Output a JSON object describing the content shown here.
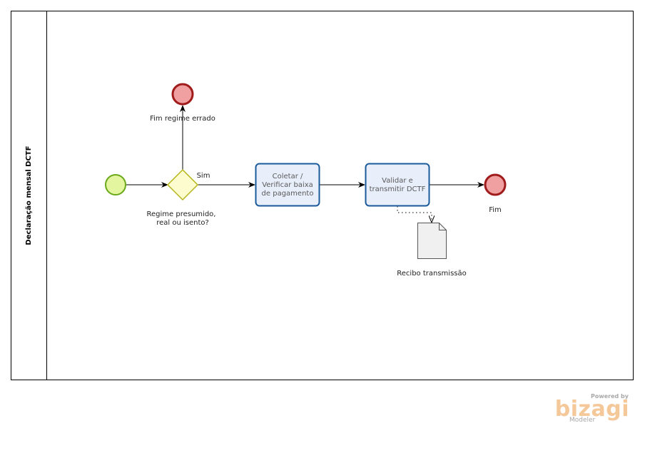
{
  "pool": {
    "label": "Declaração mensal  DCTF"
  },
  "events": {
    "start": {
      "type": "start"
    },
    "end_wrong": {
      "label": "Fim regime errado",
      "color": "#f0a0a0",
      "border": "#a01c1c"
    },
    "end": {
      "label": "Fim",
      "color": "#f0a0a0",
      "border": "#a01c1c"
    }
  },
  "gateway": {
    "label_line1": "Regime presumido,",
    "label_line2": "real ou isento?",
    "yes_label": "Sim"
  },
  "tasks": [
    {
      "line1": "Coletar /",
      "line2": "Verificar baixa",
      "line3": "de pagamento"
    },
    {
      "line1": "Validar e",
      "line2": "transmitir DCTF"
    }
  ],
  "artifact": {
    "label": "Recibo transmissão"
  },
  "watermark": {
    "powered": "Powered by",
    "brand": "bizagi",
    "product": "Modeler"
  },
  "colors": {
    "start_fill": "#e4f5a0",
    "start_stroke": "#6aaa1a",
    "gateway_fill": "#fcfccf",
    "gateway_stroke": "#b5b51a",
    "task_fill": "#e8eefa",
    "task_stroke": "#1a5a9a"
  }
}
